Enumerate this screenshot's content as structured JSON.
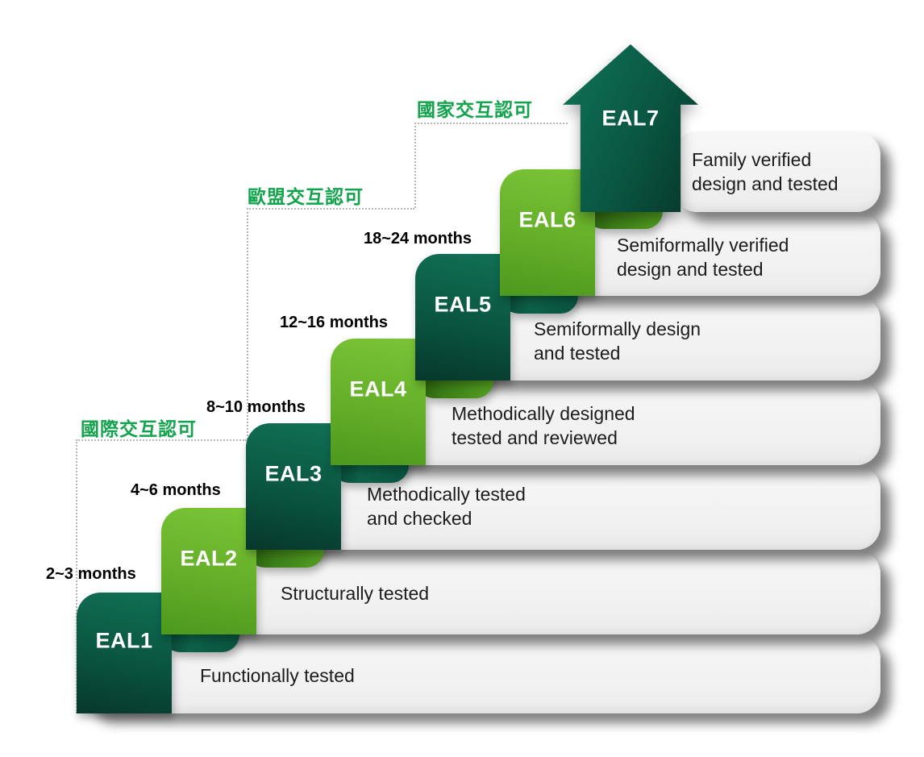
{
  "title": "Common Criteria EAL assurance levels staircase",
  "colors": {
    "dark_green": "#0a5541",
    "light_green": "#65ae29",
    "annotation_green": "#12a34c",
    "step_background": "#f1f1f2",
    "text": "#1c1c1a"
  },
  "levels": [
    {
      "label": "EAL1",
      "description": "Functionally tested",
      "duration": "",
      "ribbon_color": "dark"
    },
    {
      "label": "EAL2",
      "description": "Structurally tested",
      "duration": "2~3 months",
      "ribbon_color": "light"
    },
    {
      "label": "EAL3",
      "description": "Methodically tested\nand checked",
      "duration": "4~6 months",
      "ribbon_color": "dark"
    },
    {
      "label": "EAL4",
      "description": "Methodically designed\ntested and reviewed",
      "duration": "8~10 months",
      "ribbon_color": "light"
    },
    {
      "label": "EAL5",
      "description": "Semiformally design\nand tested",
      "duration": "12~16 months",
      "ribbon_color": "dark"
    },
    {
      "label": "EAL6",
      "description": "Semiformally verified\ndesign and tested",
      "duration": "18~24 months",
      "ribbon_color": "light"
    },
    {
      "label": "EAL7",
      "description": "Family verified\ndesign and tested",
      "duration": "",
      "ribbon_color": "dark-arrow"
    }
  ],
  "annotations": [
    {
      "text": "國際交互認可"
    },
    {
      "text": "歐盟交互認可"
    },
    {
      "text": "國家交互認可"
    }
  ]
}
